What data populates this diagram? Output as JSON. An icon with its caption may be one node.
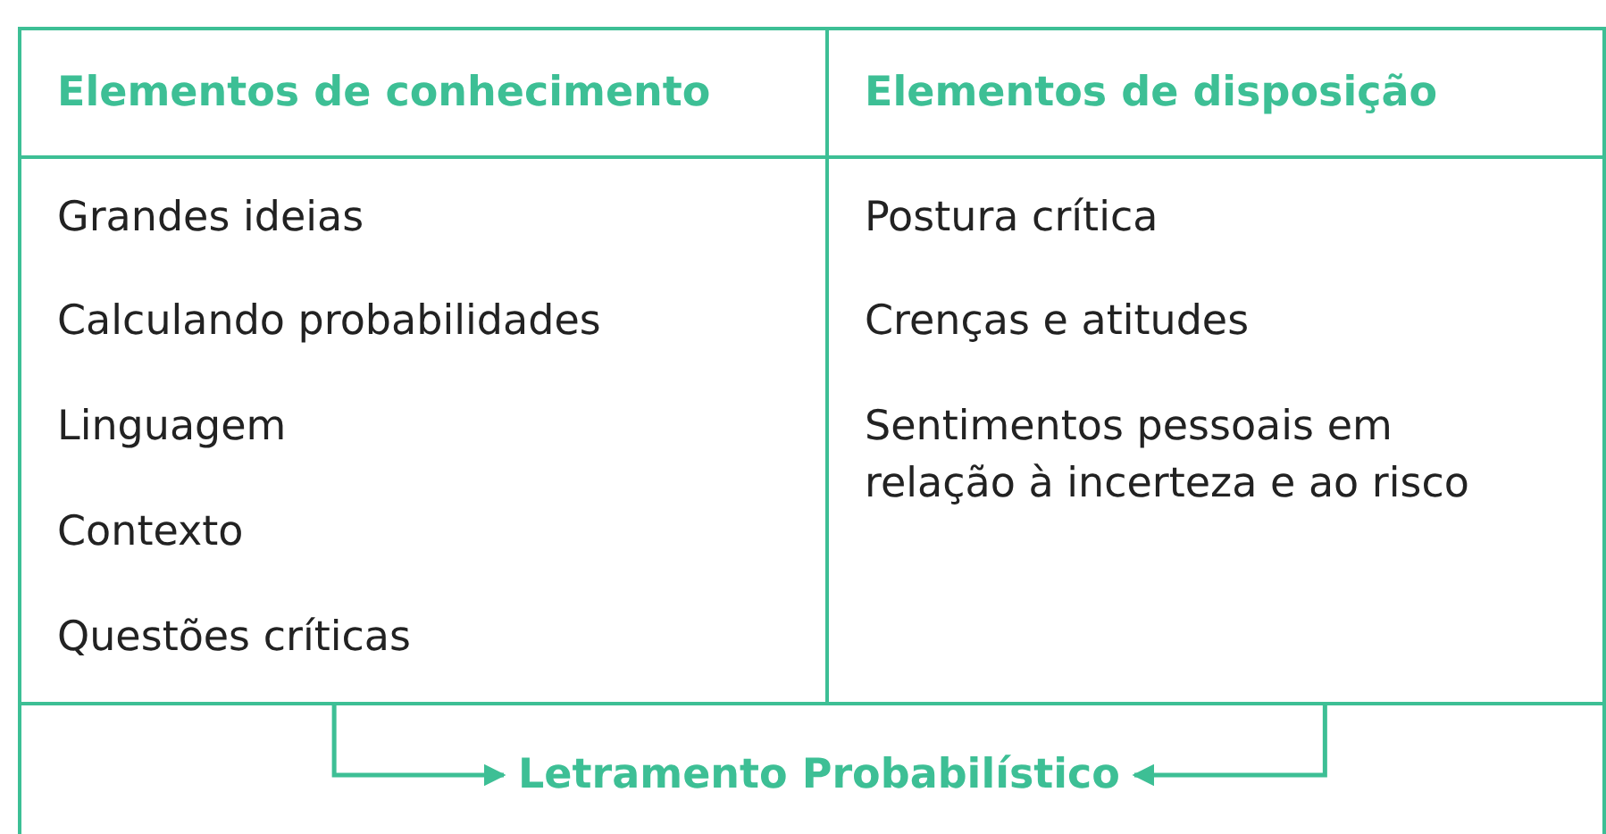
{
  "diagram": {
    "nodes": [
      {
        "text": [
          "Elementos de conhecimento",
          "Grandes ideias",
          "Calculando probabilidades",
          "Linguagem",
          "Contexto",
          "Questões críticas"
        ]
      },
      {
        "text": [
          "Elementos de disposição",
          "Postura crítica",
          "Crenças e atitudes",
          "Sentimentos pessoais em relação à incerteza e ao risco"
        ]
      },
      {
        "text": [
          "Letramento Probabilístico"
        ]
      }
    ],
    "edges": [
      {
        "from": 0,
        "to": 2,
        "arrow": "to"
      },
      {
        "from": 1,
        "to": 2,
        "arrow": "to"
      }
    ]
  }
}
